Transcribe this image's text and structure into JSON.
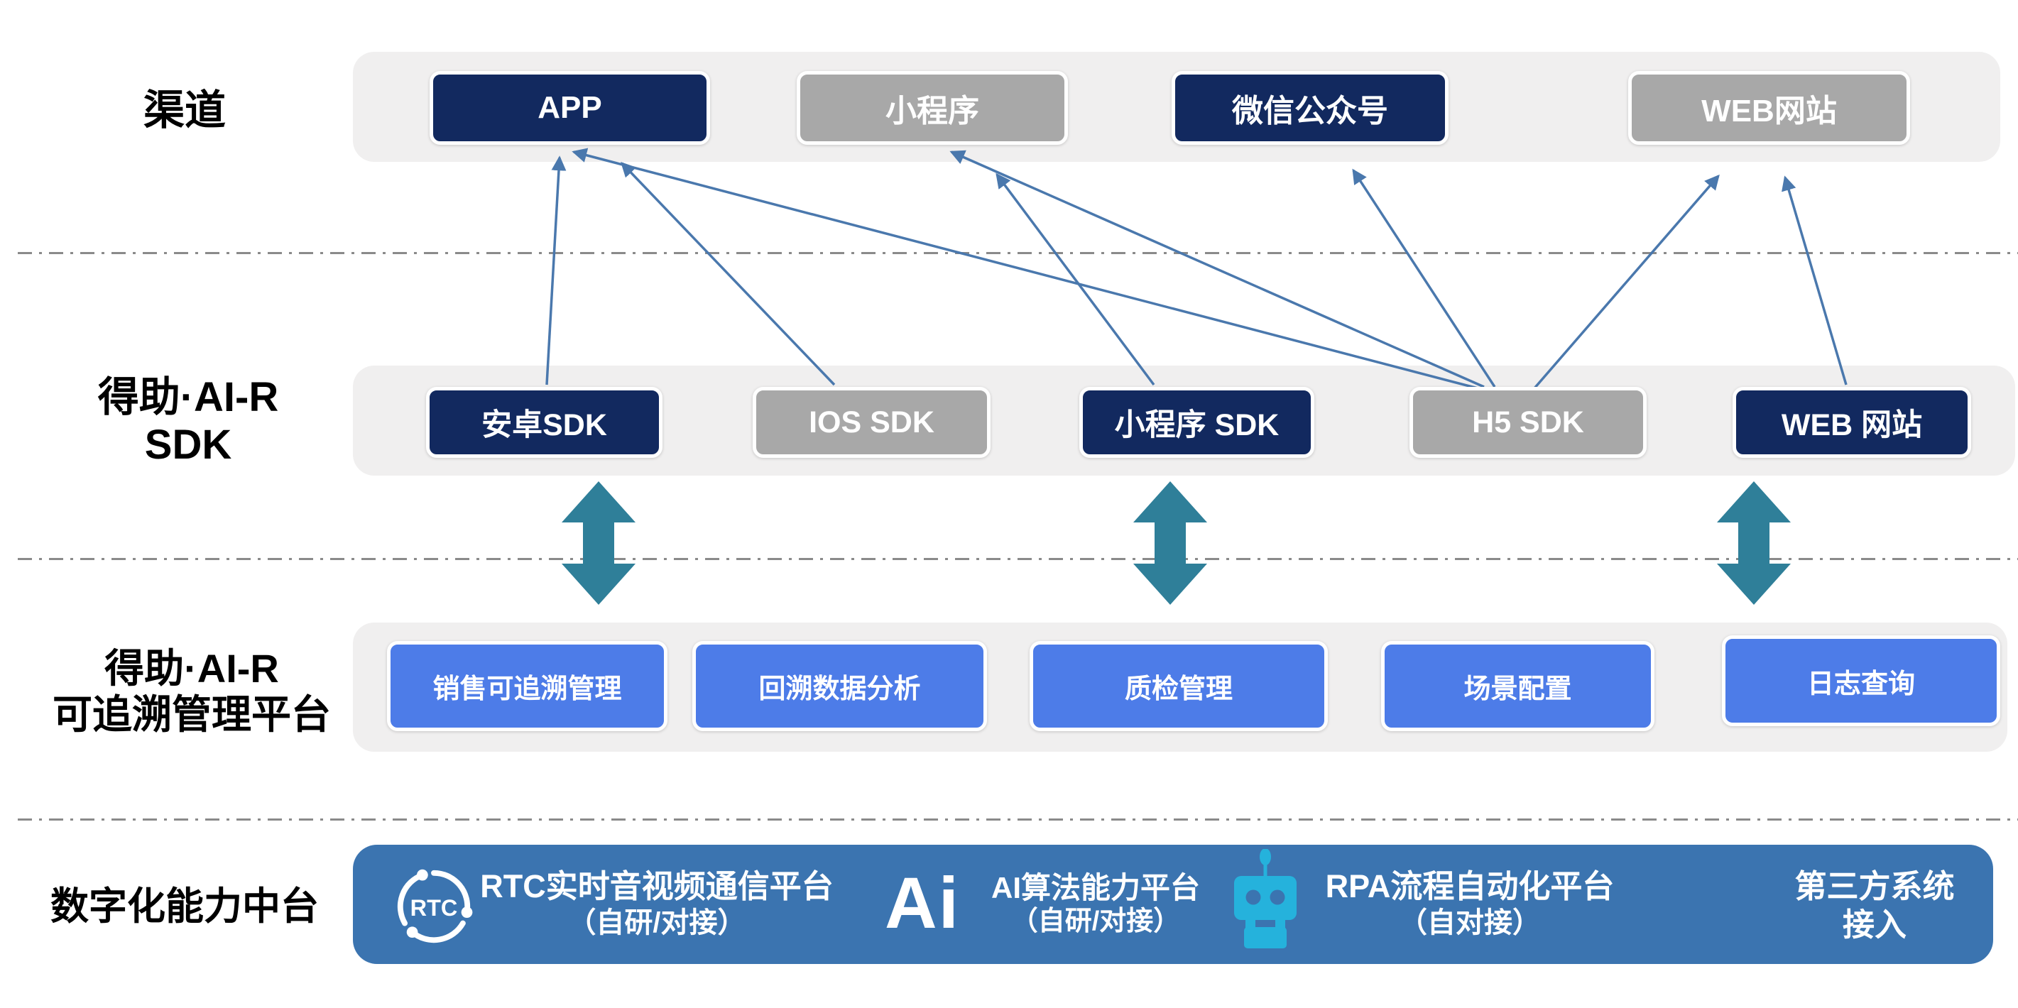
{
  "colors": {
    "navy_box": "#12295f",
    "gray_box": "#a8a8a8",
    "platform_blue_box": "#4d7ce8",
    "band_blue": "#3b74b0",
    "teal_double_arrow": "#2f7f99",
    "connector_arrow_blue": "#4a78ad",
    "container_gray": "#f0efef",
    "robot_cyan": "#25b2dc",
    "row_label_black": "#000000"
  },
  "labels": {
    "channels_row": "渠道",
    "sdk_row_line1": "得助·AI-R",
    "sdk_row_line2": "SDK",
    "platform_row_line1": "得助·AI-R",
    "platform_row_line2": "可追溯管理平台",
    "band_row": "数字化能力中台"
  },
  "channels": {
    "items": [
      {
        "label": "APP",
        "variant": "navy"
      },
      {
        "label": "小程序",
        "variant": "gray"
      },
      {
        "label": "微信公众号",
        "variant": "navy"
      },
      {
        "label": "WEB网站",
        "variant": "gray"
      }
    ]
  },
  "sdk": {
    "items": [
      {
        "label": "安卓SDK",
        "variant": "navy"
      },
      {
        "label": "IOS SDK",
        "variant": "gray"
      },
      {
        "label": "小程序 SDK",
        "variant": "navy"
      },
      {
        "label": "H5 SDK",
        "variant": "gray"
      },
      {
        "label": "WEB 网站",
        "variant": "navy"
      }
    ]
  },
  "platform": {
    "items": [
      {
        "label": "销售可追溯管理"
      },
      {
        "label": "回溯数据分析"
      },
      {
        "label": "质检管理"
      },
      {
        "label": "场景配置"
      },
      {
        "label": "日志查询"
      }
    ]
  },
  "band": {
    "items": [
      {
        "icon": "rtc-icon",
        "icon_label": "RTC",
        "line1": "RTC实时音视频通信平台",
        "line2": "（自研/对接）"
      },
      {
        "icon": "ai-icon",
        "icon_label": "Ai",
        "line1": "AI算法能力平台",
        "line2": "（自研/对接）"
      },
      {
        "icon": "robot-icon",
        "line1": "RPA流程自动化平台",
        "line2": "（自对接）"
      },
      {
        "line1": "第三方系统",
        "line2": "接入"
      }
    ]
  },
  "connections": [
    {
      "from": "安卓SDK",
      "to": "APP"
    },
    {
      "from": "IOS SDK",
      "to": "APP"
    },
    {
      "from": "H5 SDK",
      "to": "APP"
    },
    {
      "from": "小程序 SDK",
      "to": "小程序"
    },
    {
      "from": "H5 SDK",
      "to": "小程序"
    },
    {
      "from": "H5 SDK",
      "to": "微信公众号"
    },
    {
      "from": "H5 SDK",
      "to": "WEB网站"
    },
    {
      "from": "WEB 网站",
      "to": "WEB网站"
    }
  ]
}
